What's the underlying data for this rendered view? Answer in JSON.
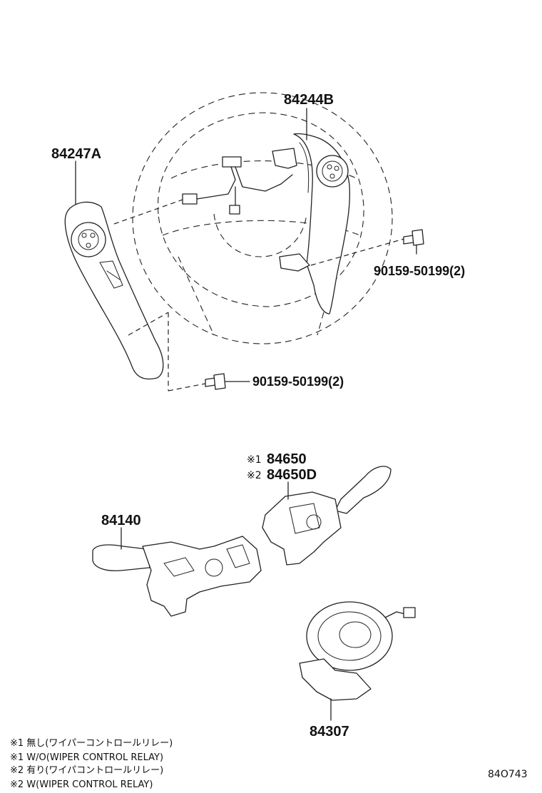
{
  "labels": {
    "p84244B": "84244B",
    "p84247A": "84247A",
    "screw_right": "90159-50199(2)",
    "screw_left": "90159-50199(2)",
    "p84650_mark": "※1",
    "p84650": "84650",
    "p84650D_mark": "※2",
    "p84650D": "84650D",
    "p84140": "84140",
    "p84307": "84307",
    "diagram_code": "84O743"
  },
  "notes": [
    "※1 無し(ワイパーコントロールリレー)",
    "※1 W/O(WIPER CONTROL RELAY)",
    "※2 有り(ワイパコントロールリレー)",
    "※2 W(WIPER CONTROL RELAY)"
  ]
}
